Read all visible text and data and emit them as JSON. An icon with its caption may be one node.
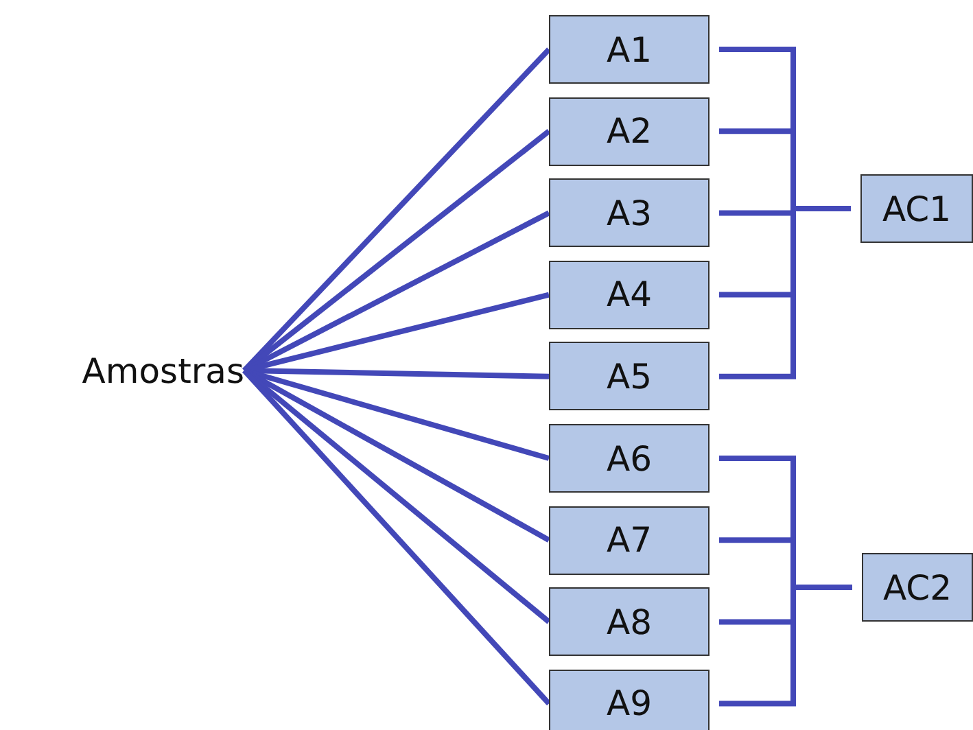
{
  "diagram": {
    "nodes": [
      {
        "text": [
          "Amostras"
        ]
      },
      {
        "text": [
          "A1"
        ]
      },
      {
        "text": [
          "A2"
        ]
      },
      {
        "text": [
          "A3"
        ]
      },
      {
        "text": [
          "A4"
        ]
      },
      {
        "text": [
          "A5"
        ]
      },
      {
        "text": [
          "A6"
        ]
      },
      {
        "text": [
          "A7"
        ]
      },
      {
        "text": [
          "A8"
        ]
      },
      {
        "text": [
          "A9"
        ]
      },
      {
        "text": [
          "AC1"
        ]
      },
      {
        "text": [
          "AC2"
        ]
      }
    ],
    "edges": [
      {
        "from": 0,
        "to": 1,
        "arrow": "none"
      },
      {
        "from": 0,
        "to": 2,
        "arrow": "none"
      },
      {
        "from": 0,
        "to": 3,
        "arrow": "none"
      },
      {
        "from": 0,
        "to": 4,
        "arrow": "none"
      },
      {
        "from": 0,
        "to": 5,
        "arrow": "none"
      },
      {
        "from": 0,
        "to": 6,
        "arrow": "none"
      },
      {
        "from": 0,
        "to": 7,
        "arrow": "none"
      },
      {
        "from": 0,
        "to": 8,
        "arrow": "none"
      },
      {
        "from": 0,
        "to": 9,
        "arrow": "none"
      },
      {
        "from": 1,
        "to": 10,
        "arrow": "none"
      },
      {
        "from": 2,
        "to": 10,
        "arrow": "none"
      },
      {
        "from": 3,
        "to": 10,
        "arrow": "none"
      },
      {
        "from": 4,
        "to": 10,
        "arrow": "none"
      },
      {
        "from": 5,
        "to": 10,
        "arrow": "none"
      },
      {
        "from": 6,
        "to": 11,
        "arrow": "none"
      },
      {
        "from": 7,
        "to": 11,
        "arrow": "none"
      },
      {
        "from": 8,
        "to": 11,
        "arrow": "none"
      },
      {
        "from": 9,
        "to": 11,
        "arrow": "none"
      }
    ]
  }
}
